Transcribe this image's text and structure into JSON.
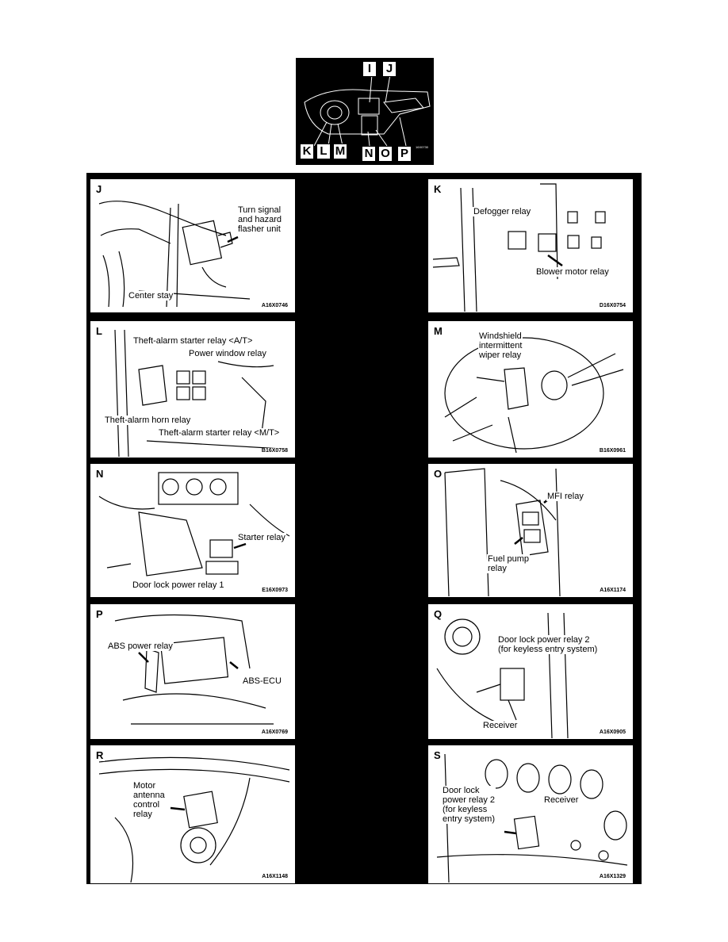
{
  "overview": {
    "letters": [
      "I",
      "J",
      "K",
      "L",
      "M",
      "N",
      "O",
      "P"
    ],
    "code": "16X0730"
  },
  "panels": {
    "J": {
      "letter": "J",
      "labels": [
        "Turn signal\nand hazard\nflasher unit",
        "Center stay"
      ],
      "code": "A16X0746"
    },
    "K": {
      "letter": "K",
      "labels": [
        "Defogger relay",
        "Blower motor relay"
      ],
      "code": "D16X0754"
    },
    "L": {
      "letter": "L",
      "labels": [
        "Theft-alarm starter relay <A/T>",
        "Power window relay",
        "Theft-alarm horn relay",
        "Theft-alarm starter relay <M/T>"
      ],
      "code": "B16X0758"
    },
    "M": {
      "letter": "M",
      "labels": [
        "Windshield\nintermittent\nwiper relay"
      ],
      "code": "B16X0961"
    },
    "N": {
      "letter": "N",
      "labels": [
        "Starter relay",
        "Door lock power relay 1"
      ],
      "code": "E16X0973"
    },
    "O": {
      "letter": "O",
      "labels": [
        "MFI relay",
        "Fuel pump\nrelay"
      ],
      "code": "A16X1174"
    },
    "P": {
      "letter": "P",
      "labels": [
        "ABS power relay",
        "ABS-ECU"
      ],
      "code": "A16X0769"
    },
    "Q": {
      "letter": "Q",
      "labels": [
        "Door lock power relay 2\n(for keyless entry system)",
        "Receiver"
      ],
      "code": "A16X0905"
    },
    "R": {
      "letter": "R",
      "labels": [
        "Motor\nantenna\ncontrol\nrelay"
      ],
      "code": "A16X1148"
    },
    "S": {
      "letter": "S",
      "labels": [
        "Door lock\npower relay 2\n(for keyless\nentry system)",
        "Receiver"
      ],
      "code": "A16X1329"
    }
  }
}
